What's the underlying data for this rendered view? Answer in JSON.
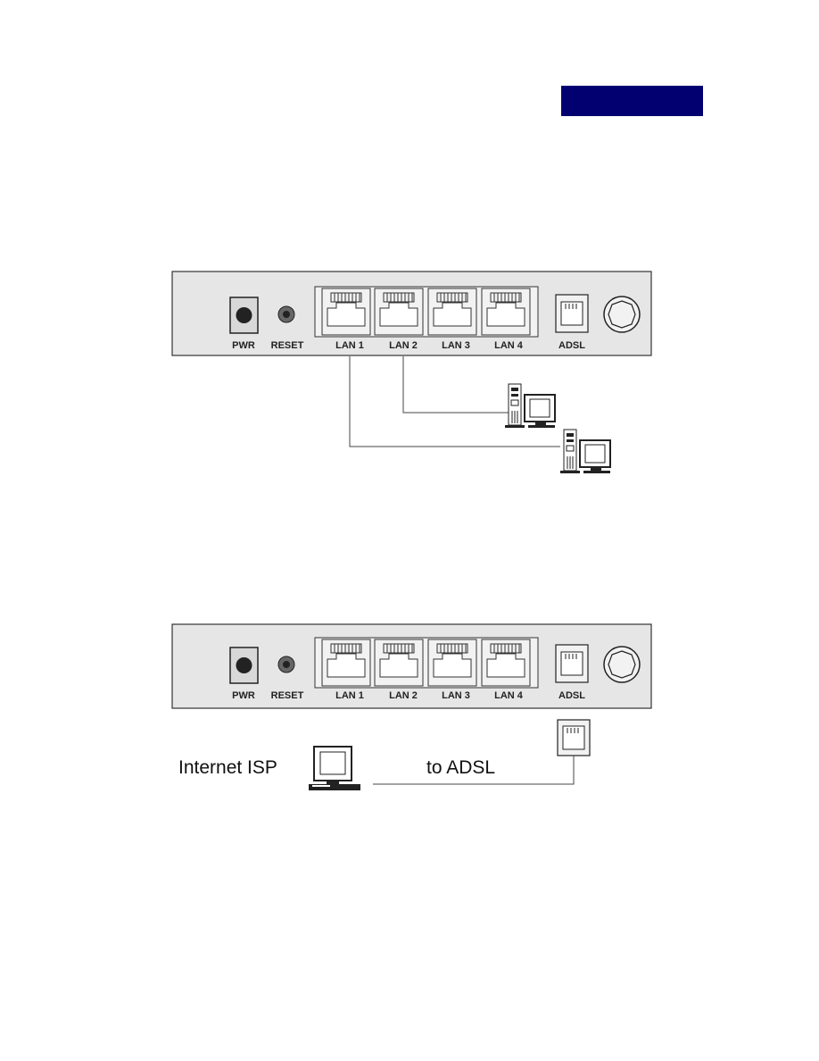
{
  "header": {
    "badge_color": "#020070"
  },
  "panel_labels": {
    "pwr": "PWR",
    "reset": "RESET",
    "lan1": "LAN 1",
    "lan2": "LAN 2",
    "lan3": "LAN 3",
    "lan4": "LAN 4",
    "adsl": "ADSL"
  },
  "isp_diagram": {
    "isp_label": "Internet ISP",
    "line_label": "to ADSL"
  },
  "icons": [
    "router-back-panel",
    "power-jack-icon",
    "reset-button-icon",
    "rj45-port-icon",
    "rj11-port-icon",
    "antenna-connector-icon",
    "desktop-computer-icon",
    "telephone-jack-icon"
  ],
  "colors": {
    "panel": "#e6e6e6",
    "line": "#333333"
  }
}
